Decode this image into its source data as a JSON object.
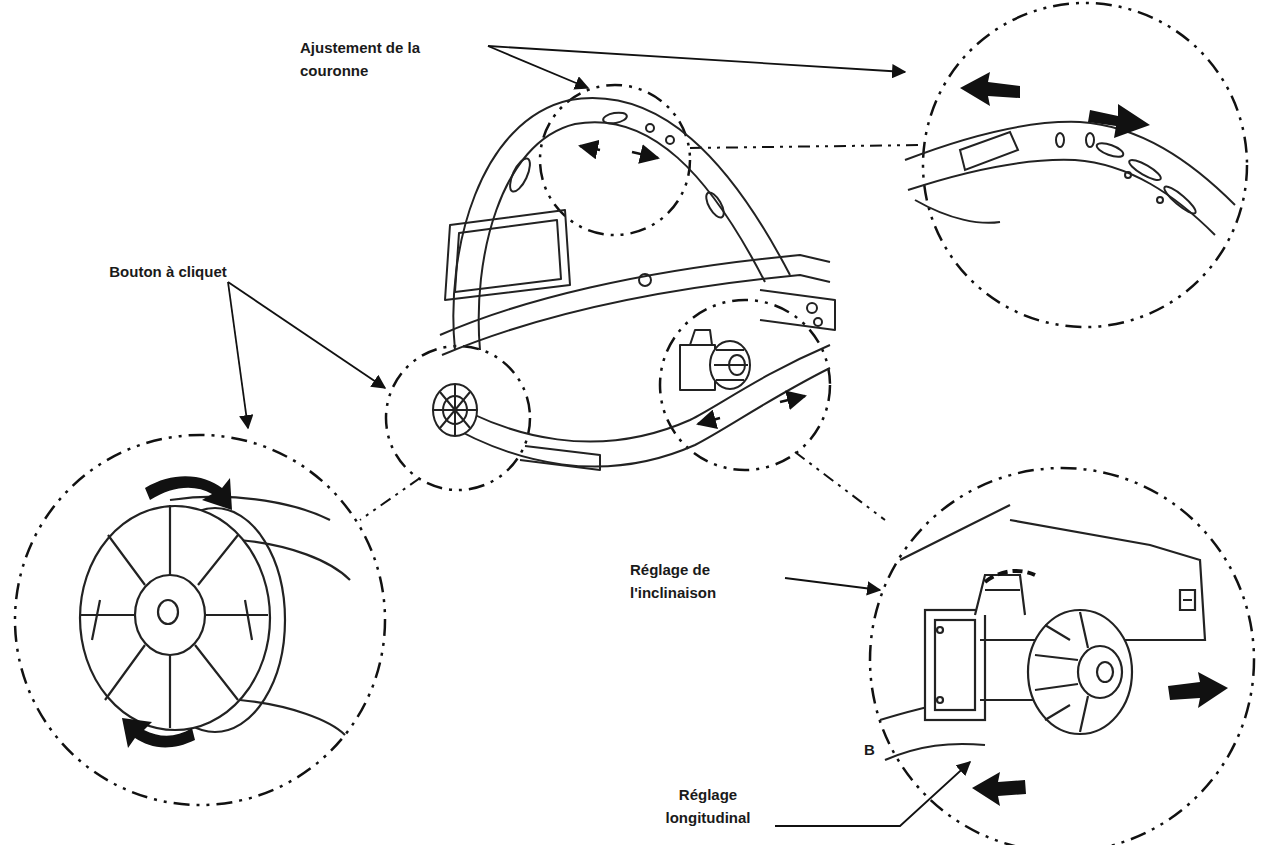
{
  "diagram": {
    "labels": [
      "Ajustement de la couronne",
      "Bouton à cliquet",
      "Réglage de l'inclinaison",
      "Réglage longitudinal",
      "B"
    ]
  }
}
